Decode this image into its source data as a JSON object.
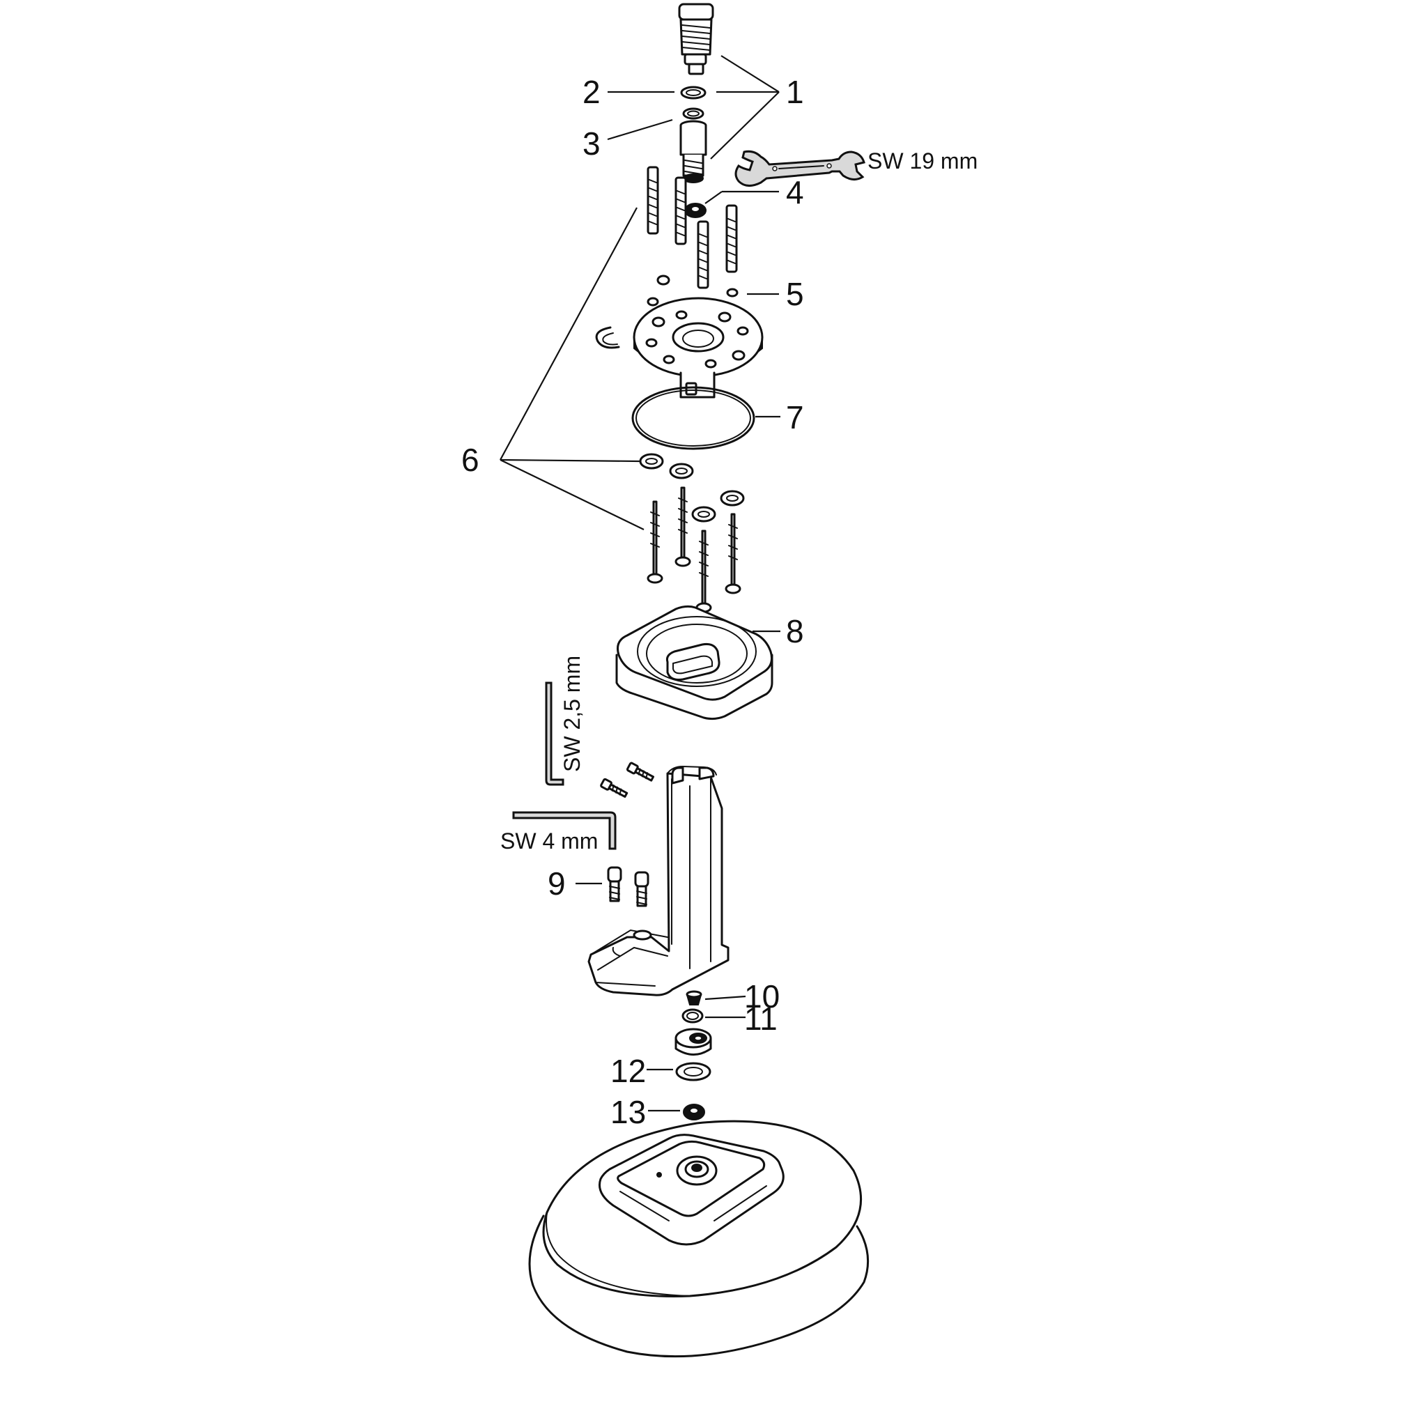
{
  "diagram": {
    "callouts": {
      "c1": "1",
      "c2": "2",
      "c3": "3",
      "c4": "4",
      "c5": "5",
      "c6": "6",
      "c7": "7",
      "c8": "8",
      "c9": "9",
      "c10": "10",
      "c11": "11",
      "c12": "12",
      "c13": "13"
    },
    "tools": {
      "spanner_label": "SW 19 mm",
      "hex_key_small_label": "SW 2,5 mm",
      "hex_key_large_label": "SW 4 mm"
    },
    "colors": {
      "line": "#111111",
      "tool_fill": "#d9d9d9",
      "background": "#ffffff"
    }
  }
}
